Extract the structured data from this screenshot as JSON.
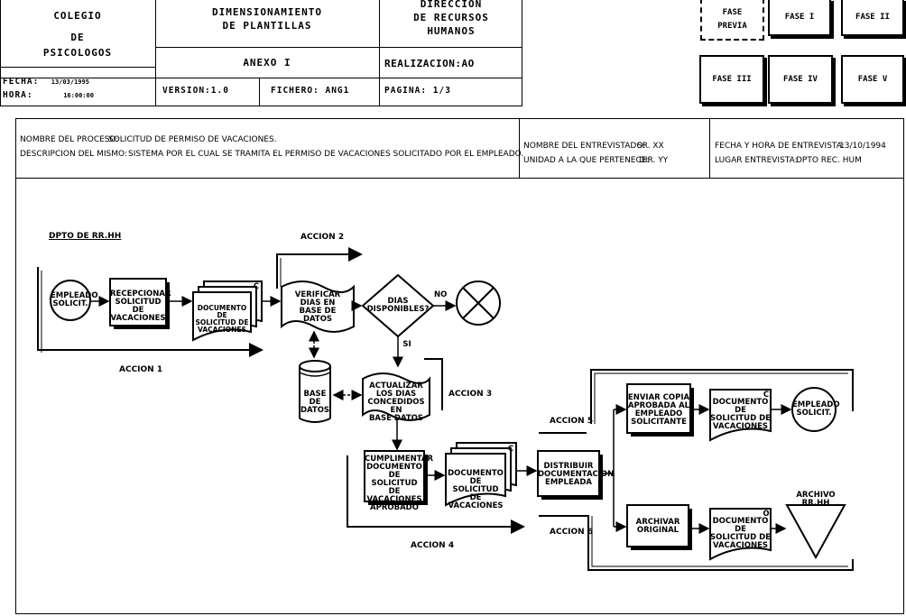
{
  "header": {
    "institution_line1": "COLEGIO",
    "institution_line2": "DE",
    "institution_line3": "PSICOLOGOS",
    "title_line1": "DIMENSIONAMIENTO",
    "title_line2": "DE  PLANTILLAS",
    "direction_line1": "DIRECCION",
    "direction_line2": "DE  RECURSOS",
    "direction_line3": "HUMANOS",
    "annex": "ANEXO I",
    "realization": "REALIZACION:AO",
    "date_label": "FECHA:",
    "date_value": "13/03/1995",
    "time_label": "HORA:",
    "time_value": "16:00:00",
    "version": "VERSION:1.0",
    "file": "FICHERO: ANG1",
    "page": "PAGINA:  1/3"
  },
  "phases": {
    "previa_line1": "FASE",
    "previa_line2": "PREVIA",
    "fase1": "FASE I",
    "fase2": "FASE II",
    "fase3": "FASE III",
    "fase4": "FASE IV",
    "fase5": "FASE V"
  },
  "info": {
    "process_label": "NOMBRE DEL PROCESO:",
    "process_value": "SOLICITUD DE PERMISO DE VACACIONES.",
    "description_label": "DESCRIPCION DEL MISMO:",
    "description_value": "SISTEMA POR EL CUAL SE TRAMITA EL PERMISO DE VACACIONES SOLICITADO POR EL EMPLEADO.",
    "interviewee_label": "NOMBRE DEL ENTREVISTADO:",
    "interviewee_value": "SR. XX",
    "unit_label": "UNIDAD A LA QUE PERTENECE:",
    "unit_value": "DIR. YY",
    "interview_date_label": "FECHA Y HORA DE ENTREVISTA:",
    "interview_date_value": "13/10/1994",
    "interview_place_label": "LUGAR ENTREVISTA:",
    "interview_place_value": "DPTO REC. HUM"
  },
  "diagram": {
    "department": "DPTO DE RR.HH",
    "accion1": "ACCION 1",
    "accion2": "ACCION 2",
    "accion3": "ACCION 3",
    "accion4": "ACCION 4",
    "accion5": "ACCION 5",
    "accion6": "ACCION 6",
    "empleado": "EMPLEADO\nSOLICIT.",
    "recepcionar": "RECEPCIONAR\nSOLICITUD DE\nVACACIONES",
    "doc_solicitud": "DOCUMENTO DE\nSOLICITUD DE\nVACACIONES",
    "copy_c": "C",
    "copy_o": "O",
    "verificar": "VERIFICAR\nDIAS EN\nBASE DE\nDATOS",
    "decision": "DIAS\nDISPONIBLES?",
    "no": "NO",
    "si": "SI",
    "base_datos": "BASE\nDE\nDATOS",
    "actualizar": "ACTUALIZAR\nLOS DIAS\nCONCEDIDOS EN\nBASE DATOS",
    "cumplimentar": "CUMPLIMENTAR\nDOCUMENTO DE\nSOLICITUD DE\nVACACIONES\nAPROBADO",
    "distribuir": "DISTRIBUIR\nDOCUMENTACION\nEMPLEADA",
    "enviar": "ENVIAR COPIA\nAPROBADA AL\nEMPLEADO\nSOLICITANTE",
    "archivar": "ARCHIVAR\nORIGINAL",
    "archivo": "ARCHIVO RR.HH"
  }
}
